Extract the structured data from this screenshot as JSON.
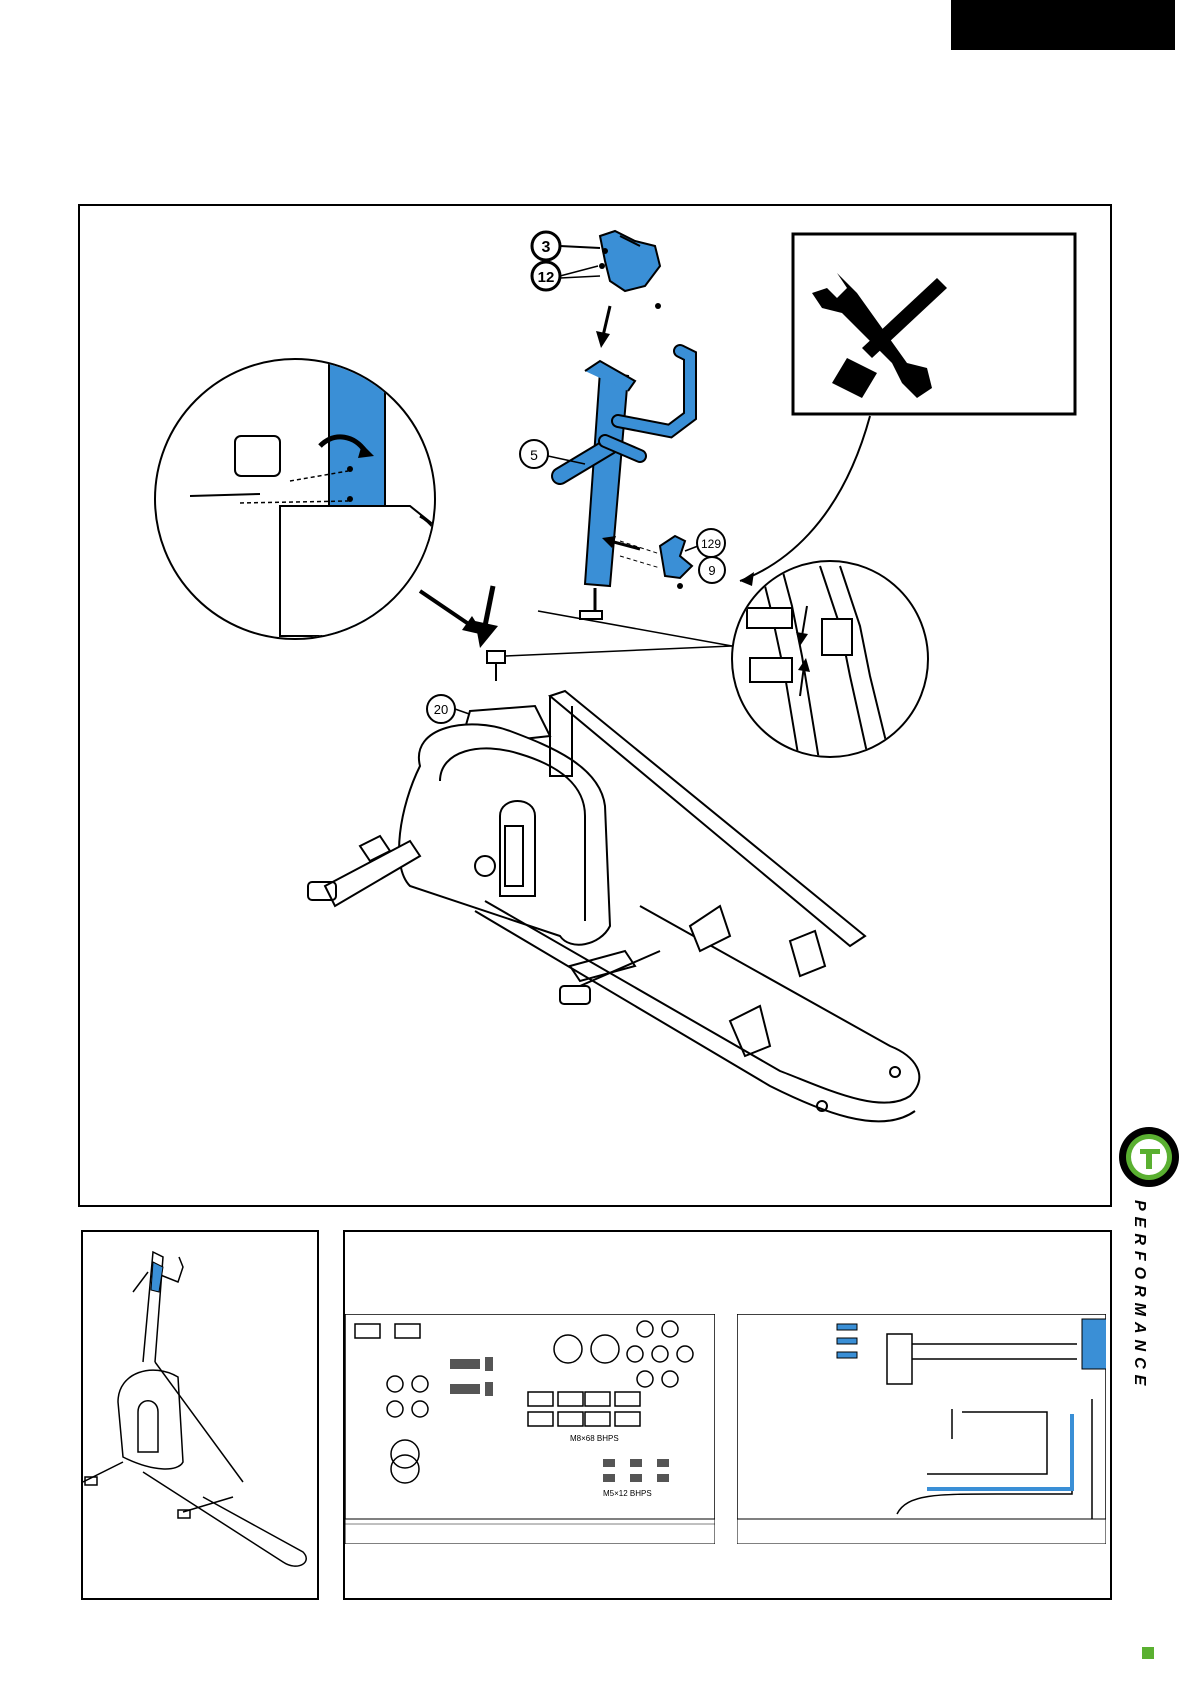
{
  "header": {
    "tab_label": ""
  },
  "callouts": {
    "part_3": "3",
    "part_12": "12",
    "part_5": "5",
    "part_129": "129",
    "part_9": "9",
    "part_20": "20"
  },
  "icons": {
    "tools": "wrench-screwdriver-icon",
    "brand_logo": "t-performance-logo"
  },
  "hardware": {
    "left_card_labels": [
      "M8×68 BHPS",
      "M5×12 BHPS"
    ],
    "right_card_labels": []
  },
  "brand": {
    "name": "PERFORMANCE"
  },
  "colors": {
    "accent_blue": "#3a8fd6",
    "brand_green": "#5ab031",
    "ink": "#000000"
  }
}
